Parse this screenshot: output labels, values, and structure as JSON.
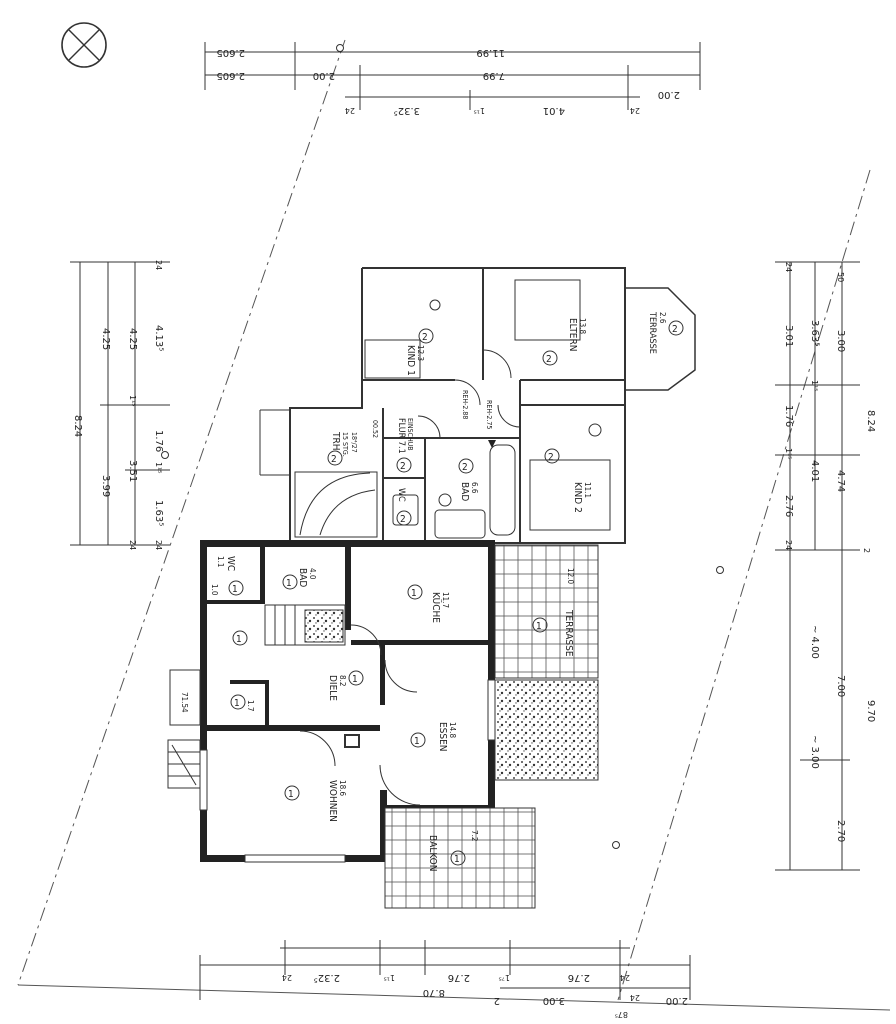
{
  "rooms": {
    "kind1": {
      "name": "KIND 1",
      "area": "12.3",
      "level": "2"
    },
    "eltern": {
      "name": "ELTERN",
      "area": "13.8",
      "level": "2"
    },
    "terrasse_top": {
      "name": "TERRASSE",
      "area": "2.6",
      "level": "2"
    },
    "trh": {
      "name": "TRH",
      "note": "15 STG.",
      "ratio": "18⁴/27",
      "level": "2",
      "code": "00.52"
    },
    "flur": {
      "name": "FLUR 7.1",
      "note": "EINSCHUB",
      "level": "2"
    },
    "wc_up": {
      "name": "WC",
      "level": "2"
    },
    "bad_up": {
      "name": "BAD",
      "area": "6.6",
      "level": "2"
    },
    "kind2": {
      "name": "KIND 2",
      "area": "11.1",
      "level": "2"
    },
    "reh": {
      "label1": "REH-2.88",
      "label2": "REH-2.75"
    },
    "wc_dn": {
      "name": "WC",
      "area": "1.1",
      "level": "1",
      "extra": "1.0"
    },
    "bad_dn": {
      "name": "BAD",
      "area": "4.0",
      "level": "1"
    },
    "stair_dn": {
      "level": "1"
    },
    "kueche": {
      "name": "KÜCHE",
      "area": "11.7",
      "level": "1"
    },
    "terrasse_big": {
      "name": "TERRASSE",
      "area": "12.0",
      "level": "1"
    },
    "diele": {
      "name": "DIELE",
      "area": "8.2",
      "level": "1"
    },
    "small_room": {
      "area": "1.7",
      "level": "1",
      "tag": "71.54"
    },
    "essen": {
      "name": "ESSEN",
      "area": "14.8",
      "level": "1"
    },
    "wohnen": {
      "name": "WOHNEN",
      "area": "18.6",
      "level": "1"
    },
    "balkon": {
      "name": "BALKON",
      "area": "7.2",
      "level": "1"
    }
  },
  "dims": {
    "top_row1": [
      "2.605",
      "11.99"
    ],
    "top_row2": [
      "2.605",
      "2.00",
      "7.99",
      "2.00"
    ],
    "top_row3": [
      "24",
      "3.32⁵",
      "1¹⁵",
      "4.01",
      "24"
    ],
    "left": [
      "8.24",
      "4.25",
      "4.25",
      "4.13⁵",
      "3.99",
      "3.51",
      "1.76",
      "1.63⁵",
      "24",
      "24",
      "1¹⁵",
      "1¹⁵",
      "24"
    ],
    "right": [
      "8.24",
      "3.00",
      "3.63⁵",
      "3.01",
      "4.74",
      "4.01",
      "1.76",
      "2.76",
      "9.70",
      "7.00",
      "~ 4.00",
      "~ 3.00",
      "2.70",
      "24",
      "1¹⁵",
      "1¹⁵",
      "50",
      "24",
      "2"
    ],
    "bottom": [
      "8.70",
      "2.32⁵",
      "24",
      "1¹⁵",
      "2.76",
      "1⁷⁵",
      "2.76",
      "24",
      "2",
      "3.00",
      "87⁵",
      "2.00",
      "24"
    ]
  }
}
